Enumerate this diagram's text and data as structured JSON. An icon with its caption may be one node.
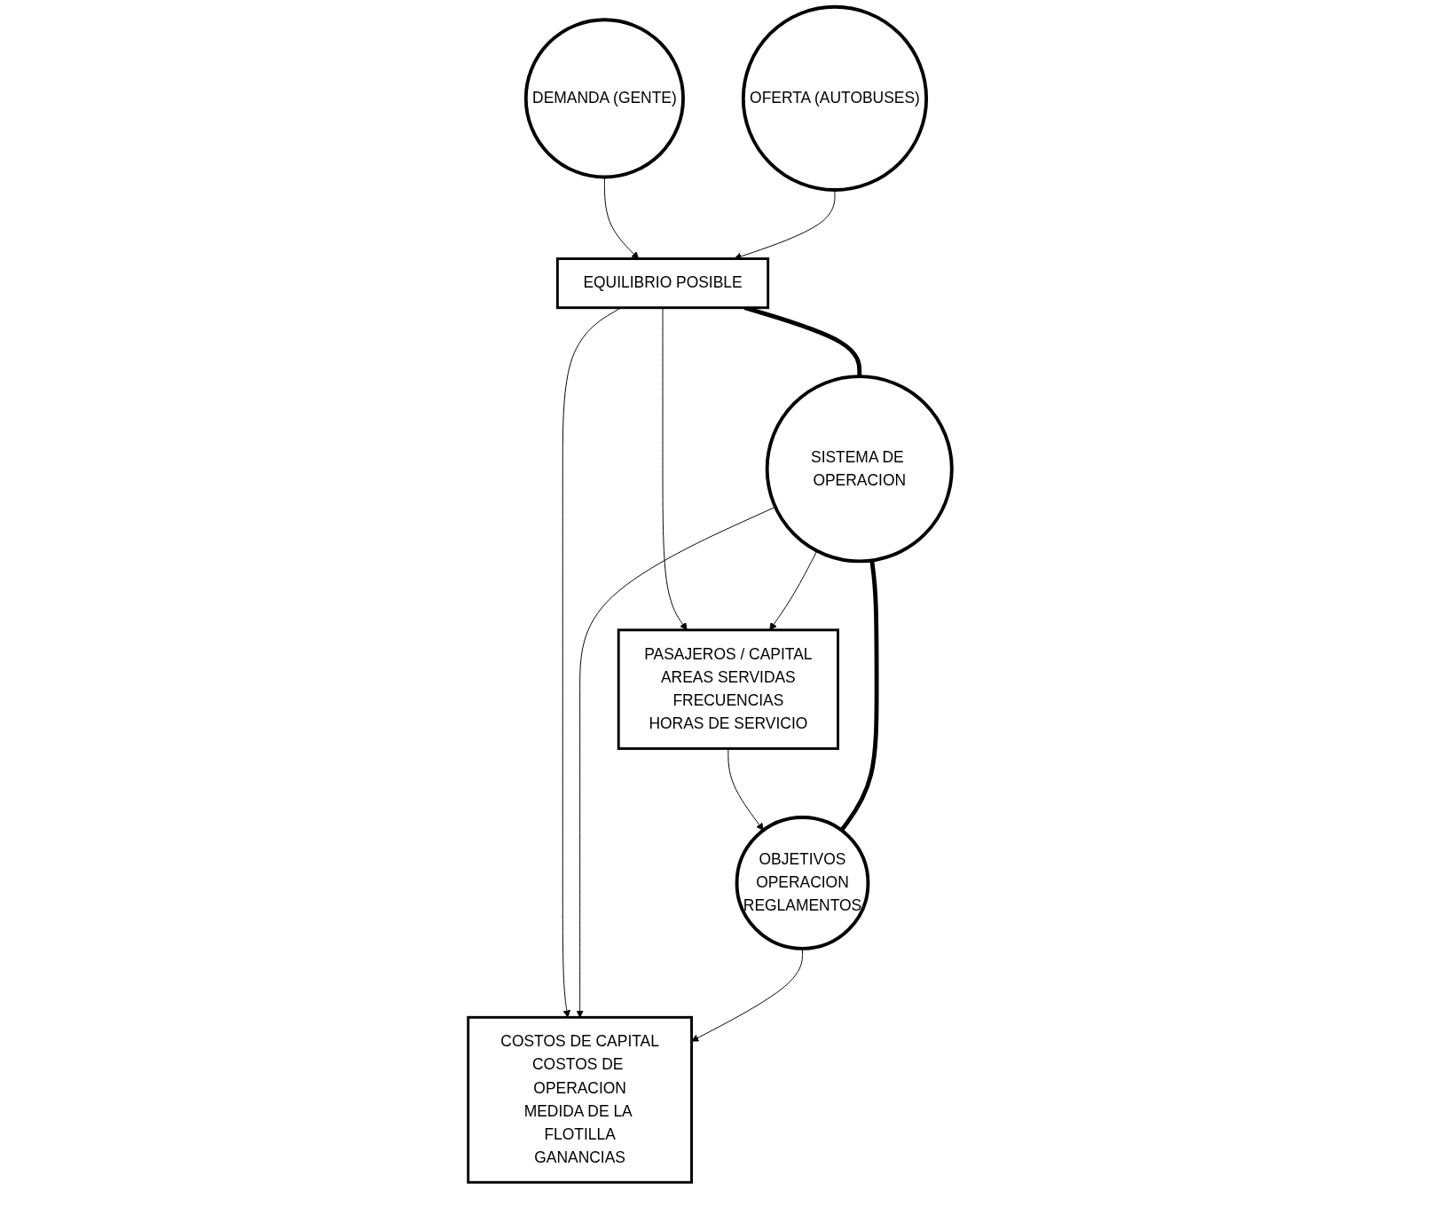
{
  "diagram": {
    "nodes": [
      {
        "text": [
          "DEMANDA (GENTE)"
        ]
      },
      {
        "text": [
          "OFERTA (AUTOBUSES)"
        ]
      },
      {
        "text": [
          "EQUILIBRIO POSIBLE"
        ]
      },
      {
        "text": [
          "PASAJEROS / CAPITAL",
          "AREAS SERVIDAS",
          "FRECUENCIAS",
          "HORAS DE SERVICIO"
        ]
      },
      {
        "text": [
          "SISTEMA DE OPERACION"
        ]
      },
      {
        "text": [
          "COSTOS DE CAPITAL",
          "COSTOS DE OPERACION",
          "MEDIDA DE LA FLOTILLA",
          "GANANCIAS"
        ]
      },
      {
        "text": [
          "OBJETIVOS",
          "OPERACION",
          "REGLAMENTOS"
        ]
      }
    ],
    "edges": [
      {
        "from": 0,
        "to": 2,
        "arrow": "to"
      },
      {
        "from": 1,
        "to": 2,
        "arrow": "to"
      },
      {
        "from": 2,
        "to": 3,
        "arrow": "to"
      },
      {
        "from": 2,
        "to": 4,
        "arrow": "none",
        "style": "thick"
      },
      {
        "from": 2,
        "to": 5,
        "arrow": "to"
      },
      {
        "from": 4,
        "to": 3,
        "arrow": "to"
      },
      {
        "from": 4,
        "to": 5,
        "arrow": "to"
      },
      {
        "from": 3,
        "to": 6,
        "arrow": "to"
      },
      {
        "from": 4,
        "to": 6,
        "arrow": "none",
        "style": "thick"
      },
      {
        "from": 6,
        "to": 5,
        "arrow": "to"
      }
    ]
  }
}
